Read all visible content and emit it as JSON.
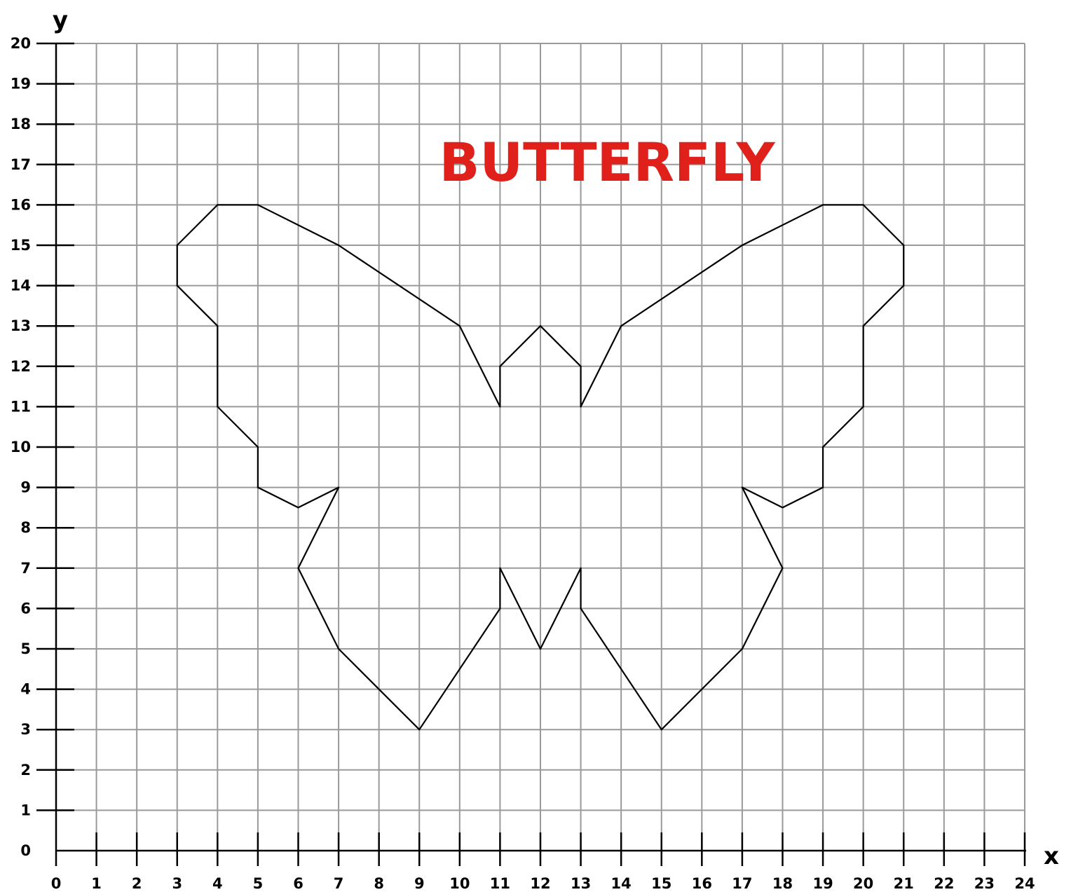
{
  "chart_data": {
    "type": "line",
    "title": "BUTTERFLY",
    "title_color": "#e0201a",
    "xlabel": "x",
    "ylabel": "y",
    "xlim": [
      0,
      24
    ],
    "ylim": [
      0,
      20
    ],
    "x_ticks": [
      "0",
      "1",
      "2",
      "3",
      "4",
      "5",
      "6",
      "7",
      "8",
      "9",
      "10",
      "11",
      "12",
      "13",
      "14",
      "15",
      "16",
      "17",
      "18",
      "19",
      "20",
      "21",
      "22",
      "23",
      "24"
    ],
    "y_ticks": [
      "0",
      "1",
      "2",
      "3",
      "4",
      "5",
      "6",
      "7",
      "8",
      "9",
      "10",
      "11",
      "12",
      "13",
      "14",
      "15",
      "16",
      "17",
      "18",
      "19",
      "20"
    ],
    "grid": true,
    "grid_color": "#9a9a9a",
    "line_color": "#000000",
    "series": [
      {
        "points": [
          [
            11,
            11
          ],
          [
            10,
            13
          ],
          [
            7,
            15
          ],
          [
            5,
            16
          ],
          [
            4,
            16
          ],
          [
            3,
            15
          ],
          [
            3,
            14
          ],
          [
            4,
            13
          ],
          [
            4,
            11
          ],
          [
            5,
            10
          ],
          [
            5,
            9
          ],
          [
            6,
            8.5
          ],
          [
            7,
            9
          ],
          [
            6,
            7
          ],
          [
            6.5,
            6
          ],
          [
            7,
            5
          ],
          [
            7.5,
            4.5
          ],
          [
            9,
            3
          ],
          [
            11,
            6
          ],
          [
            11,
            7
          ],
          [
            12,
            5
          ],
          [
            12.5,
            6
          ],
          [
            13,
            7
          ],
          [
            13,
            6
          ],
          [
            15,
            3
          ],
          [
            17,
            5
          ],
          [
            18,
            7
          ],
          [
            17,
            9
          ],
          [
            18,
            8.5
          ],
          [
            19,
            9
          ],
          [
            19,
            10
          ],
          [
            20,
            11
          ],
          [
            20,
            13
          ],
          [
            21,
            14
          ],
          [
            21,
            15
          ],
          [
            20,
            16
          ],
          [
            19,
            16
          ],
          [
            17,
            15
          ],
          [
            14,
            13
          ],
          [
            13,
            11
          ],
          [
            13,
            12
          ],
          [
            12,
            13
          ],
          [
            11,
            12
          ],
          [
            11,
            11
          ]
        ]
      }
    ]
  }
}
